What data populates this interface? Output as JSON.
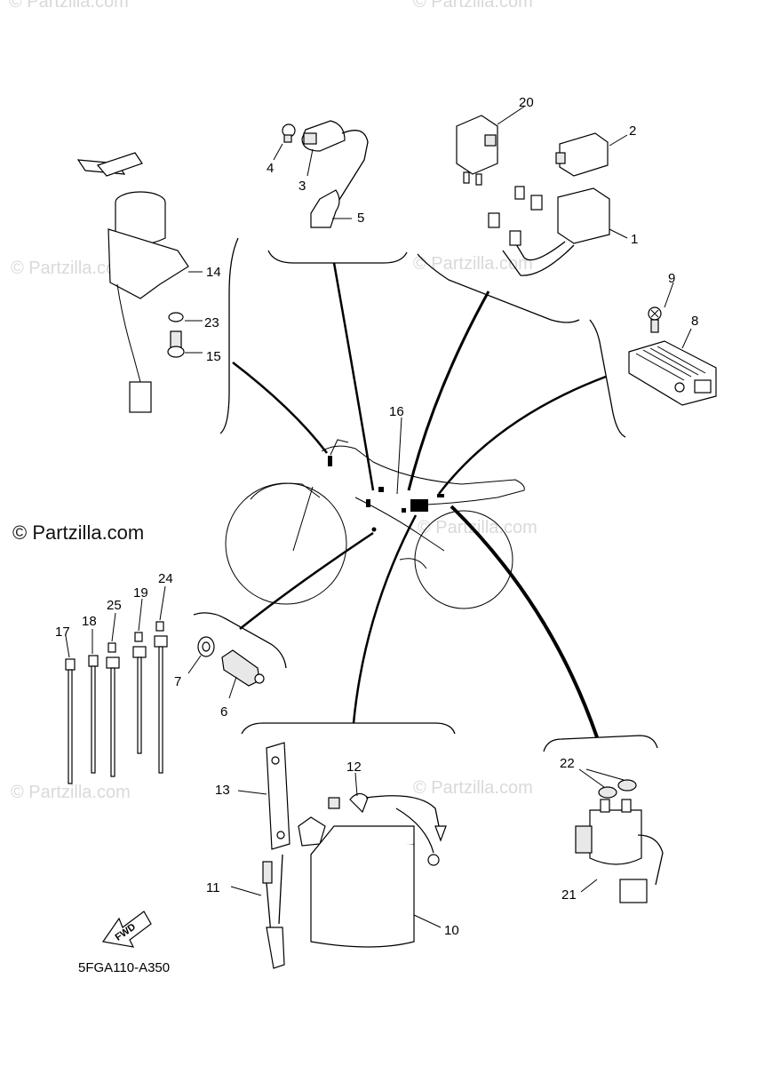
{
  "diagram_code": "5FGA110-A350",
  "watermark_main": "© Partzilla.com",
  "watermark_faint": "© Partzilla.com",
  "fwd_label": "FWD",
  "callouts": {
    "p1": "1",
    "p2": "2",
    "p3": "3",
    "p4": "4",
    "p5": "5",
    "p6": "6",
    "p7": "7",
    "p8": "8",
    "p9": "9",
    "p10": "10",
    "p11": "11",
    "p12": "12",
    "p13": "13",
    "p14": "14",
    "p15": "15",
    "p16": "16",
    "p17": "17",
    "p18": "18",
    "p19": "19",
    "p20": "20",
    "p21": "21",
    "p22": "22",
    "p23": "23",
    "p24": "24",
    "p25": "25"
  }
}
